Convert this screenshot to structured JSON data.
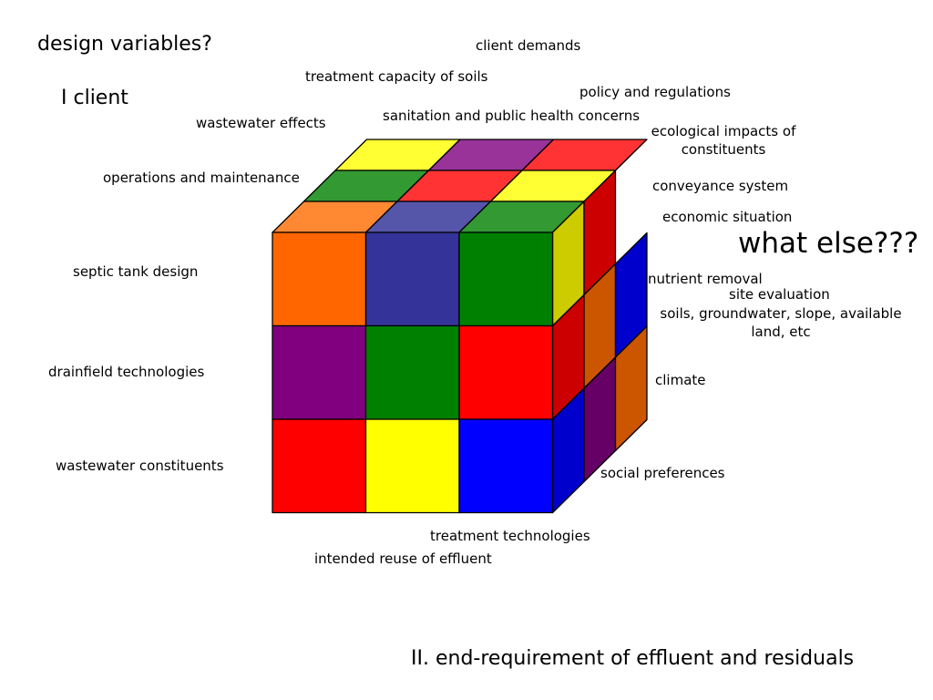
{
  "headings": {
    "design_variables": "design variables?",
    "client": "I client",
    "what_else": "what else???",
    "end_requirement": "II. end-requirement of effluent and residuals"
  },
  "labels": {
    "client_demands": "client demands",
    "treatment_capacity_of_soils": "treatment capacity of soils",
    "policy_and_regulations": "policy and regulations",
    "sanitation_and_public_health": "sanitation and public health concerns",
    "wastewater_effects": "wastewater effects",
    "ecological_impacts_line1": "ecological impacts of",
    "ecological_impacts_line2": "constituents",
    "operations_and_maintenance": "operations and maintenance",
    "conveyance_system": "conveyance system",
    "economic_situation": "economic situation",
    "septic_tank_design": "septic tank design",
    "nutrient_removal": "nutrient removal",
    "site_evaluation": "site evaluation",
    "soils_line1": "soils, groundwater, slope, available",
    "soils_line2": "land, etc",
    "drainfield_technologies": "drainfield technologies",
    "climate": "climate",
    "wastewater_constituents": "wastewater constituents",
    "social_preferences": "social preferences",
    "treatment_technologies": "treatment technologies",
    "intended_reuse": "intended reuse of effluent"
  },
  "cube": {
    "front": [
      [
        "#ff6600",
        "#333399",
        "#008000"
      ],
      [
        "#800080",
        "#008000",
        "#ff0000"
      ],
      [
        "#ff0000",
        "#ffff00",
        "#0000ff"
      ]
    ],
    "top": [
      [
        "#ffff33",
        "#993399",
        "#ff3333"
      ],
      [
        "#339933",
        "#ff3333",
        "#ffff33"
      ],
      [
        "#ff8833",
        "#5555aa",
        "#339933"
      ]
    ],
    "side": [
      [
        "#cccc00",
        "#cc0000"
      ],
      [
        "#cc0000",
        "#cc5500",
        "#0000cc"
      ],
      [
        "#0000cc",
        "#660066",
        "#cc5500"
      ]
    ]
  }
}
